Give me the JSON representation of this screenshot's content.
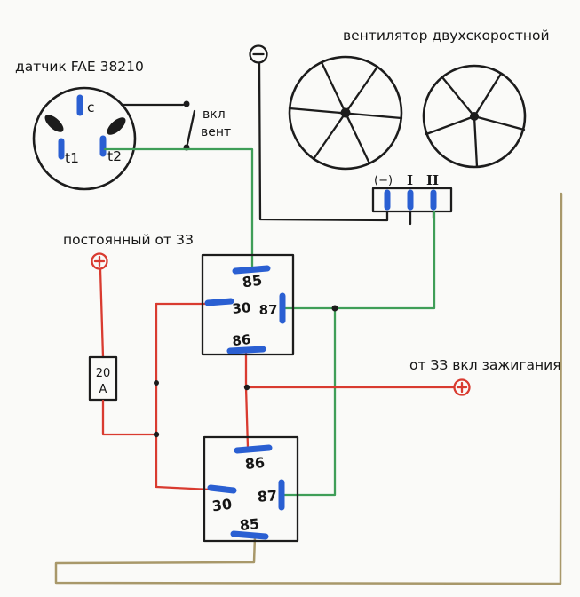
{
  "colors": {
    "background": "#fafaf8",
    "ink": "#1c1c1c",
    "wire_green": "#3f9e58",
    "wire_red": "#d93b30",
    "wire_tan": "#a8986a",
    "pin_blue": "#2a5fd2"
  },
  "labels": {
    "fan_title": "вентилятор двухскоростной",
    "sensor_title": "датчик FAE 38210",
    "switch_word1": "вкл",
    "switch_word2": "вент",
    "constant_power": "постоянный от ЗЗ",
    "ignition_power": "от ЗЗ вкл зажигания"
  },
  "sensor_pins": {
    "c": "c",
    "t1": "t1",
    "t2": "t2"
  },
  "fuse": {
    "amps": "20",
    "unit": "A"
  },
  "connector_pins": {
    "minus": "(−)",
    "one": "I",
    "two": "II"
  },
  "relay_top": {
    "p85": "85",
    "p30": "30",
    "p87": "87",
    "p86": "86"
  },
  "relay_bottom": {
    "p86": "86",
    "p30": "30",
    "p87": "87",
    "p85": "85"
  }
}
